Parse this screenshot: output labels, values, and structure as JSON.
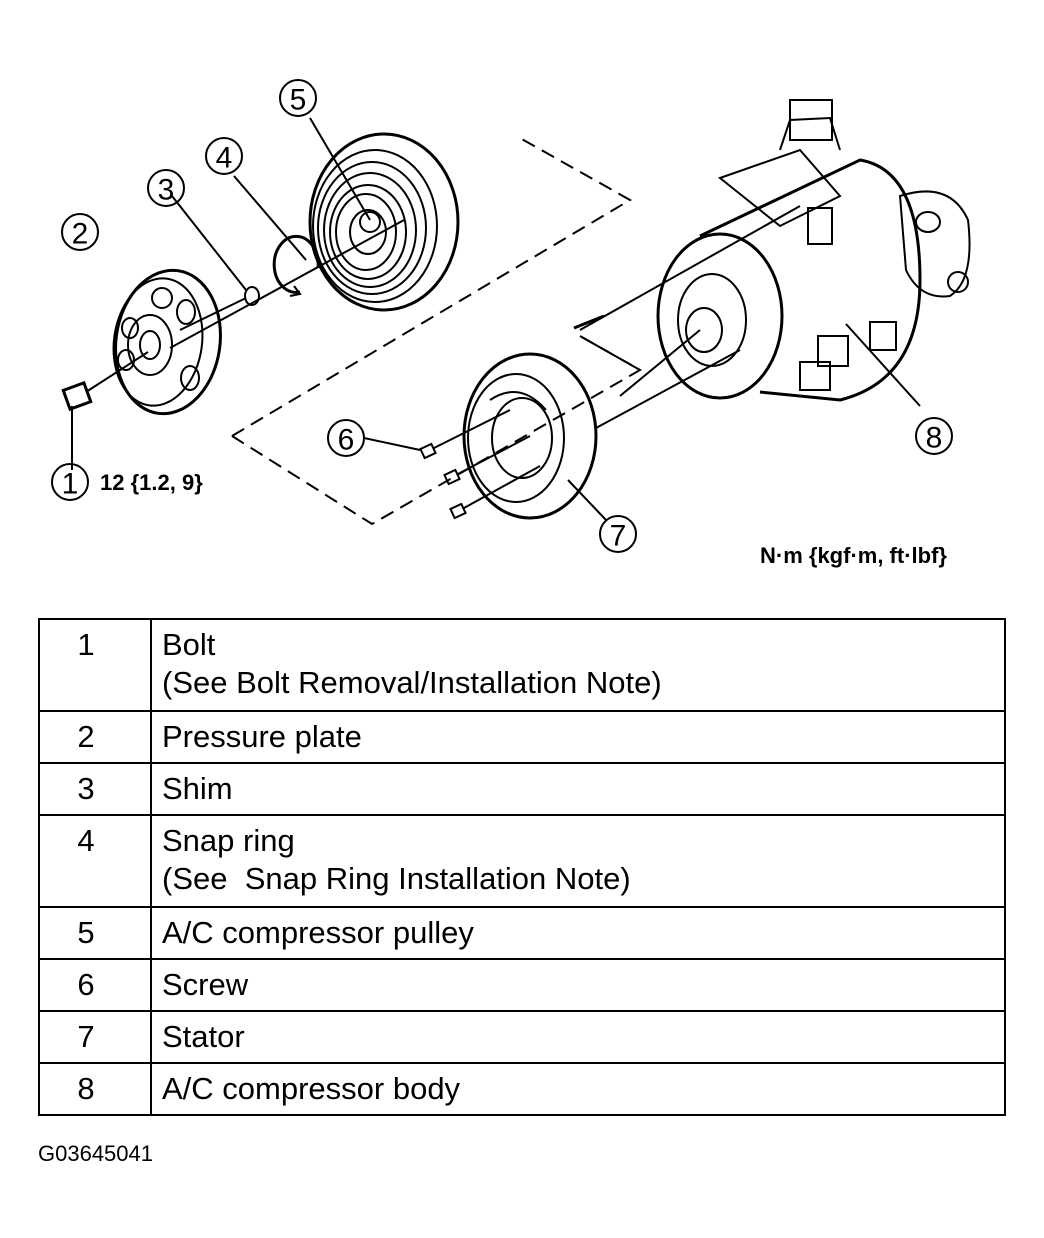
{
  "diagram": {
    "callouts": [
      "1",
      "2",
      "3",
      "4",
      "5",
      "6",
      "7",
      "8"
    ],
    "torque_spec": "12 {1.2, 9}",
    "units": "N·m {kgf·m, ft·lbf}"
  },
  "legend": {
    "rows": [
      {
        "num": "1",
        "desc": "Bolt",
        "note": "(See Bolt Removal/Installation Note)"
      },
      {
        "num": "2",
        "desc": "Pressure plate",
        "note": ""
      },
      {
        "num": "3",
        "desc": "Shim",
        "note": ""
      },
      {
        "num": "4",
        "desc": "Snap ring",
        "note": "(See  Snap Ring Installation Note)"
      },
      {
        "num": "5",
        "desc": "A/C compressor pulley",
        "note": ""
      },
      {
        "num": "6",
        "desc": "Screw",
        "note": ""
      },
      {
        "num": "7",
        "desc": "Stator",
        "note": ""
      },
      {
        "num": "8",
        "desc": "A/C compressor body",
        "note": ""
      }
    ]
  },
  "figure_id": "G03645041"
}
